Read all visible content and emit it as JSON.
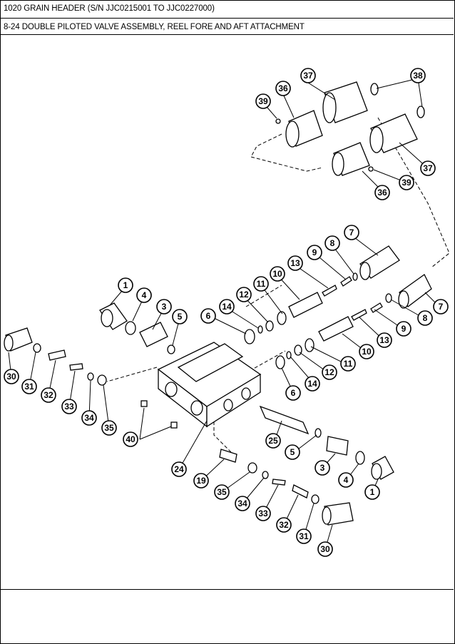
{
  "header": {
    "title_line1": "1020 GRAIN HEADER (S/N JJC0215001 TO JJC0227000)",
    "title_line2": "8-24 DOUBLE PILOTED VALVE ASSEMBLY, REEL FORE AND AFT ATTACHMENT"
  },
  "callouts": [
    {
      "id": "c37a",
      "label": "37"
    },
    {
      "id": "c38",
      "label": "38"
    },
    {
      "id": "c36a",
      "label": "36"
    },
    {
      "id": "c39a",
      "label": "39"
    },
    {
      "id": "c37b",
      "label": "37"
    },
    {
      "id": "c39b",
      "label": "39"
    },
    {
      "id": "c36b",
      "label": "36"
    },
    {
      "id": "c7a",
      "label": "7"
    },
    {
      "id": "c8a",
      "label": "8"
    },
    {
      "id": "c9a",
      "label": "9"
    },
    {
      "id": "c13a",
      "label": "13"
    },
    {
      "id": "c10a",
      "label": "10"
    },
    {
      "id": "c11a",
      "label": "11"
    },
    {
      "id": "c12a",
      "label": "12"
    },
    {
      "id": "c14a",
      "label": "14"
    },
    {
      "id": "c6a",
      "label": "6"
    },
    {
      "id": "c1a",
      "label": "1"
    },
    {
      "id": "c4a",
      "label": "4"
    },
    {
      "id": "c3a",
      "label": "3"
    },
    {
      "id": "c5a",
      "label": "5"
    },
    {
      "id": "c7b",
      "label": "7"
    },
    {
      "id": "c8b",
      "label": "8"
    },
    {
      "id": "c9b",
      "label": "9"
    },
    {
      "id": "c13b",
      "label": "13"
    },
    {
      "id": "c10b",
      "label": "10"
    },
    {
      "id": "c11b",
      "label": "11"
    },
    {
      "id": "c12b",
      "label": "12"
    },
    {
      "id": "c14b",
      "label": "14"
    },
    {
      "id": "c6b",
      "label": "6"
    },
    {
      "id": "c30a",
      "label": "30"
    },
    {
      "id": "c31a",
      "label": "31"
    },
    {
      "id": "c32a",
      "label": "32"
    },
    {
      "id": "c33a",
      "label": "33"
    },
    {
      "id": "c34a",
      "label": "34"
    },
    {
      "id": "c35a",
      "label": "35"
    },
    {
      "id": "c40",
      "label": "40"
    },
    {
      "id": "c25",
      "label": "25"
    },
    {
      "id": "c5b",
      "label": "5"
    },
    {
      "id": "c3b",
      "label": "3"
    },
    {
      "id": "c4b",
      "label": "4"
    },
    {
      "id": "c1b",
      "label": "1"
    },
    {
      "id": "c24",
      "label": "24"
    },
    {
      "id": "c19",
      "label": "19"
    },
    {
      "id": "c35b",
      "label": "35"
    },
    {
      "id": "c34b",
      "label": "34"
    },
    {
      "id": "c33b",
      "label": "33"
    },
    {
      "id": "c32b",
      "label": "32"
    },
    {
      "id": "c31b",
      "label": "31"
    },
    {
      "id": "c30b",
      "label": "30"
    }
  ]
}
